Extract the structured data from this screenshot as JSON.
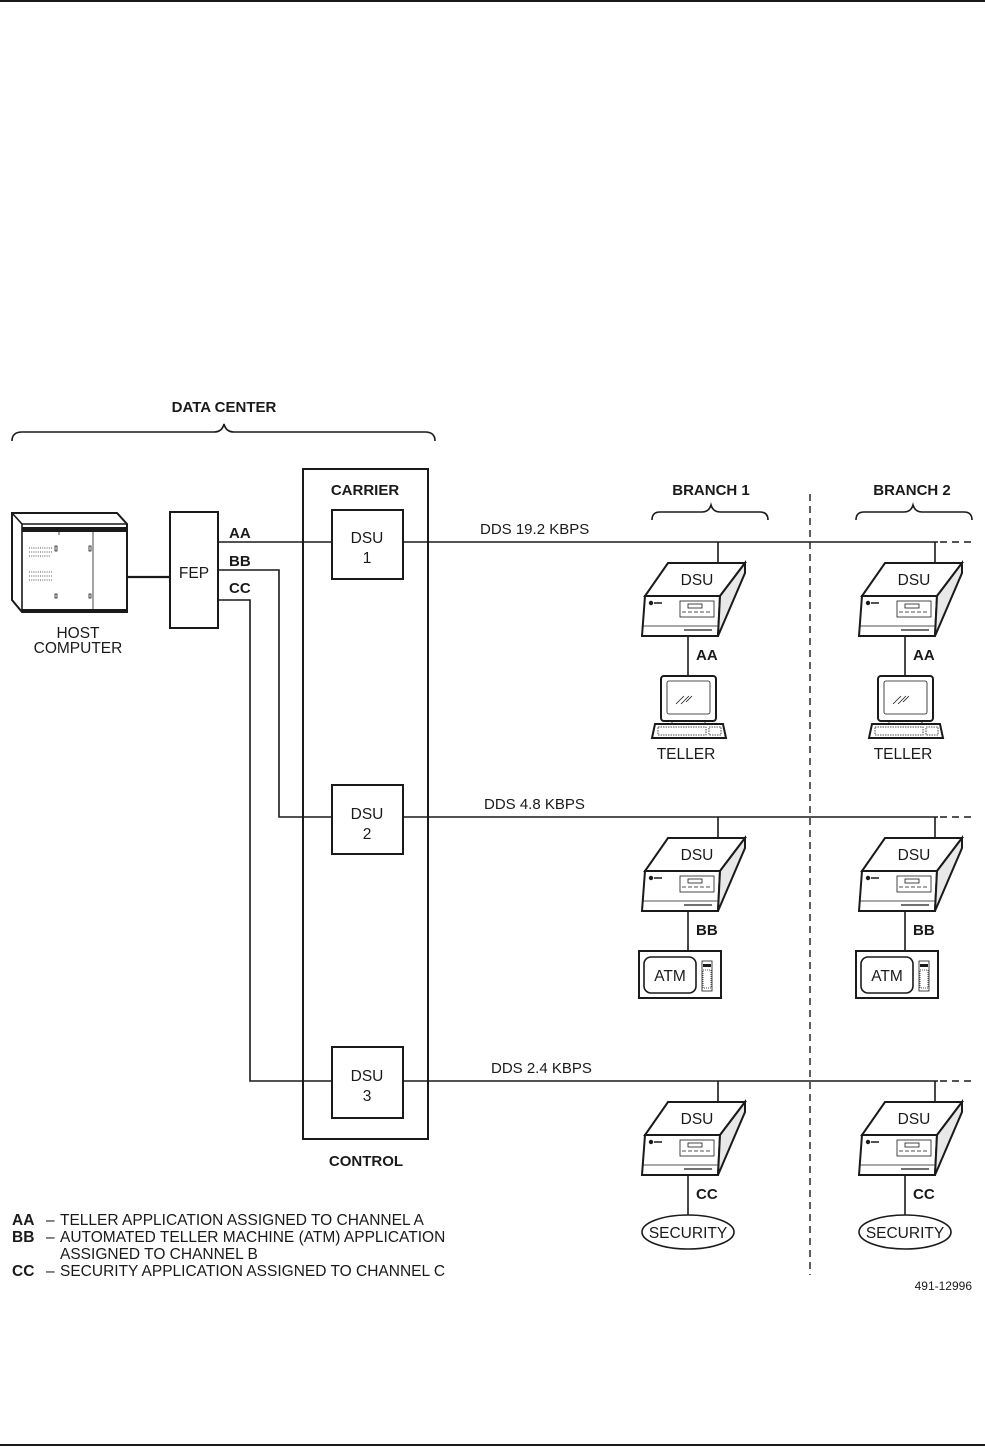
{
  "figure_id": "491-12996",
  "labels": {
    "data_center": "DATA CENTER",
    "carrier": "CARRIER",
    "control": "CONTROL",
    "host_computer_line1": "HOST",
    "host_computer_line2": "COMPUTER",
    "fep": "FEP",
    "branch1": "BRANCH 1",
    "branch2": "BRANCH 2"
  },
  "fep_channels": [
    "AA",
    "BB",
    "CC"
  ],
  "central_dsus": [
    {
      "name": "DSU",
      "number": "1",
      "line_label": "DDS 19.2 KBPS",
      "channel": "AA"
    },
    {
      "name": "DSU",
      "number": "2",
      "line_label": "DDS 4.8 KBPS",
      "channel": "BB"
    },
    {
      "name": "DSU",
      "number": "3",
      "line_label": "DDS 2.4 KBPS",
      "channel": "CC"
    }
  ],
  "branch_rows": [
    {
      "dsu_label": "DSU",
      "channel": "AA",
      "device": "TELLER",
      "device_type": "teller-terminal"
    },
    {
      "dsu_label": "DSU",
      "channel": "BB",
      "device": "ATM",
      "device_type": "atm-machine"
    },
    {
      "dsu_label": "DSU",
      "channel": "CC",
      "device": "SECURITY",
      "device_type": "security-ellipse"
    }
  ],
  "legend": [
    {
      "code": "AA",
      "dash": "–",
      "lines": [
        "TELLER APPLICATION ASSIGNED TO CHANNEL A"
      ]
    },
    {
      "code": "BB",
      "dash": "–",
      "lines": [
        "AUTOMATED TELLER MACHINE (ATM) APPLICATION",
        "ASSIGNED TO CHANNEL B"
      ]
    },
    {
      "code": "CC",
      "dash": "–",
      "lines": [
        "SECURITY APPLICATION ASSIGNED TO CHANNEL C"
      ]
    }
  ],
  "colors": {
    "ink": "#1a1a1a",
    "paper": "#ffffff"
  }
}
